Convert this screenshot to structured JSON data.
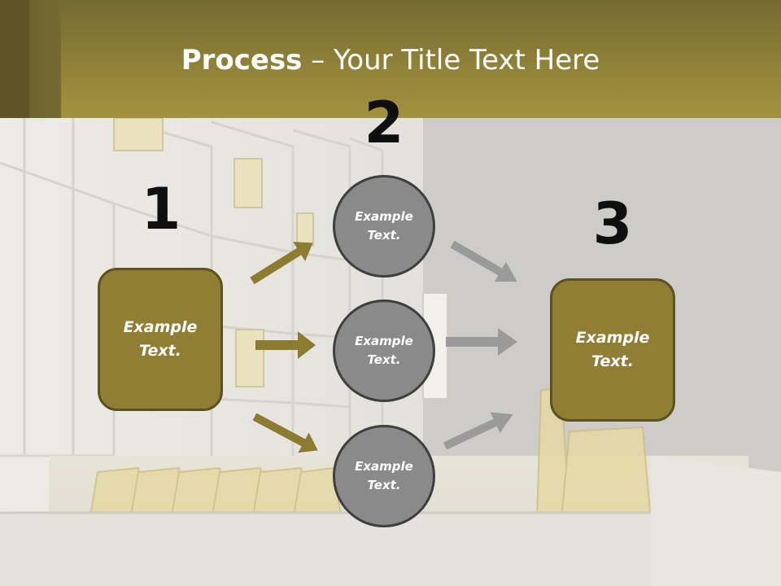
{
  "title": {
    "bold": "Process",
    "rest": " – Your Title Text Here"
  },
  "steps": [
    {
      "number": "1",
      "label": "Example\nText."
    },
    {
      "number": "2",
      "circles": [
        "Example\nText.",
        "Example\nText.",
        "Example\nText."
      ]
    },
    {
      "number": "3",
      "label": "Example\nText."
    }
  ],
  "colors": {
    "header": "#8f8138",
    "box_fill": "#8f7e33",
    "box_border": "#5c5121",
    "circle_fill": "#8a8a8a",
    "circle_border": "#3f3f3f",
    "arrow_gold": "#8c7b30",
    "arrow_gray": "#999999"
  }
}
